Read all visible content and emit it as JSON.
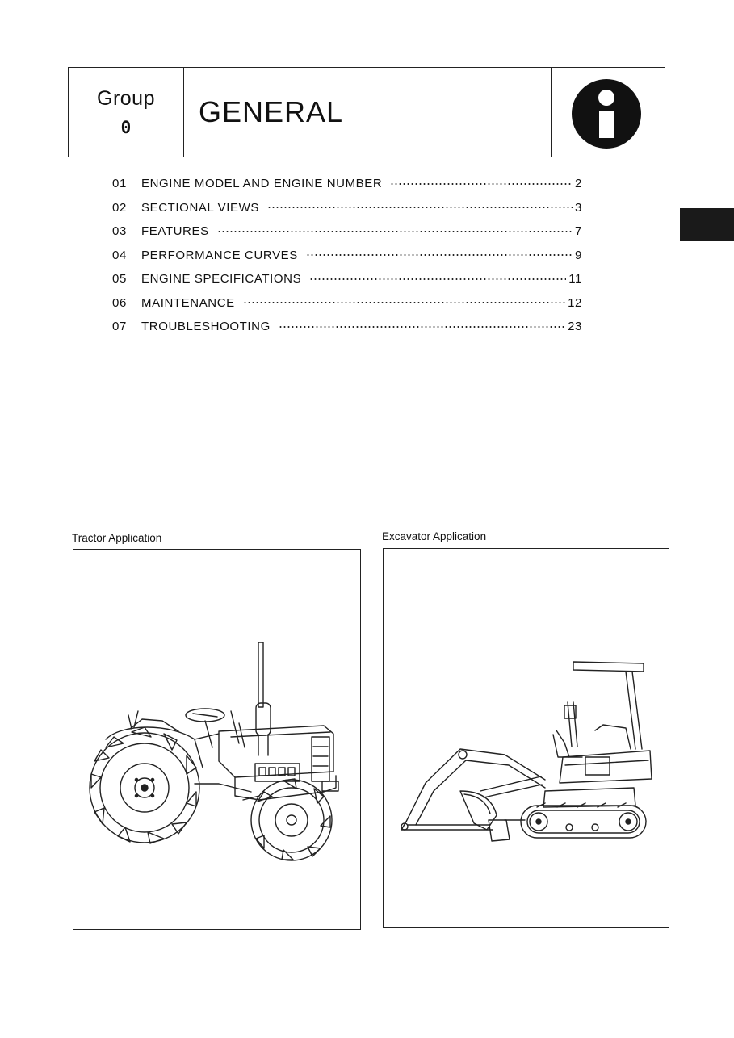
{
  "header": {
    "group_label": "Group",
    "group_number": "0",
    "title": "GENERAL",
    "icon": "info-icon"
  },
  "toc": [
    {
      "number": "01",
      "title": "ENGINE MODEL AND ENGINE NUMBER",
      "page": "2"
    },
    {
      "number": "02",
      "title": "SECTIONAL VIEWS",
      "page": "3"
    },
    {
      "number": "03",
      "title": "FEATURES",
      "page": "7"
    },
    {
      "number": "04",
      "title": "PERFORMANCE CURVES",
      "page": "9"
    },
    {
      "number": "05",
      "title": "ENGINE SPECIFICATIONS",
      "page": "11"
    },
    {
      "number": "06",
      "title": "MAINTENANCE",
      "page": "12"
    },
    {
      "number": "07",
      "title": "TROUBLESHOOTING",
      "page": "23"
    }
  ],
  "figures": {
    "tractor_caption": "Tractor Application",
    "excavator_caption": "Excavator Application"
  }
}
